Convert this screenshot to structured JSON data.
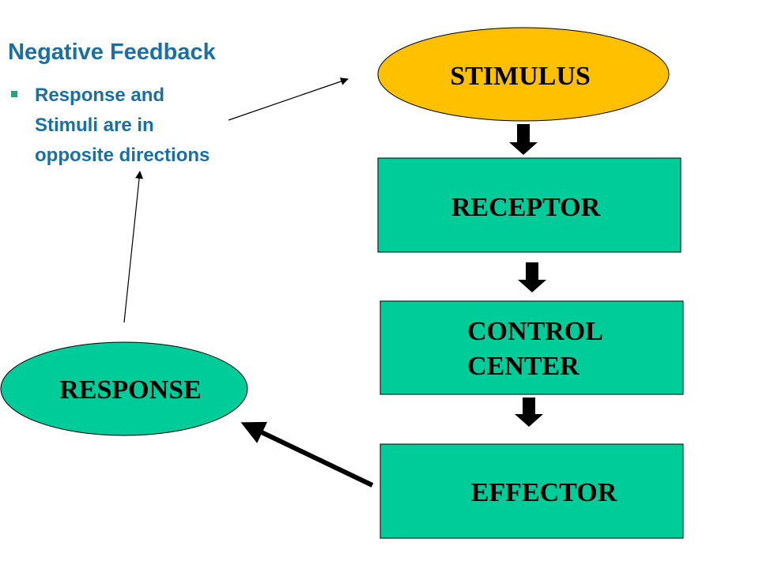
{
  "heading": {
    "title": "Negative Feedback",
    "bullet_lines": [
      "Response and",
      "Stimuli are in",
      "opposite directions"
    ]
  },
  "nodes": {
    "stimulus": "STIMULUS",
    "receptor": "RECEPTOR",
    "control_center": [
      "CONTROL",
      "CENTER"
    ],
    "effector": "EFFECTOR",
    "response": "RESPONSE"
  },
  "colors": {
    "heading_text": "#1a6fa3",
    "bullet_marker": "#2aa17a",
    "stimulus_fill": "#ffc000",
    "node_fill": "#00cc99",
    "outline": "#000000"
  }
}
